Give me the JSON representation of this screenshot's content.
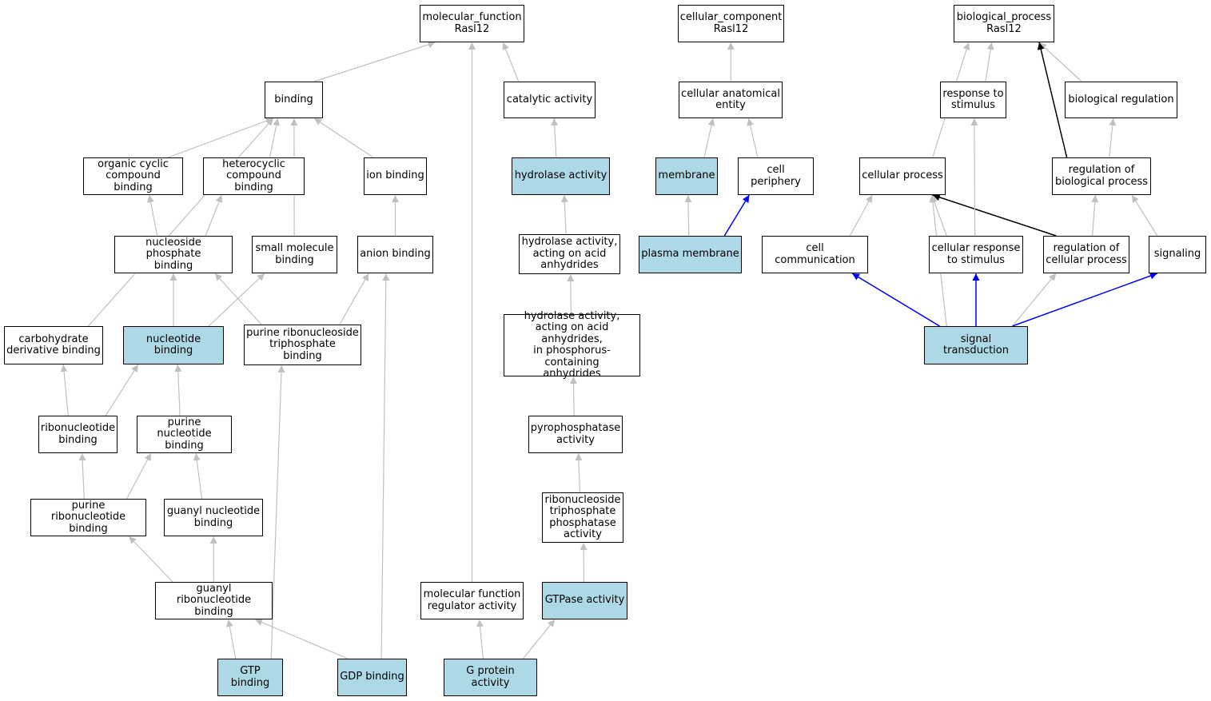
{
  "colors": {
    "highlight": "#add8e6",
    "edge_default": "#c0c0c0",
    "edge_blue": "#0000ff",
    "edge_black": "#000000"
  },
  "nodes": {
    "mf_root": {
      "label": "molecular_function\nRasl12",
      "highlight": false
    },
    "cc_root": {
      "label": "cellular_component\nRasl12",
      "highlight": false
    },
    "bp_root": {
      "label": "biological_process\nRasl12",
      "highlight": false
    },
    "binding": {
      "label": "binding",
      "highlight": false
    },
    "catalytic": {
      "label": "catalytic activity",
      "highlight": false
    },
    "cae": {
      "label": "cellular anatomical\nentity",
      "highlight": false
    },
    "resp_stim": {
      "label": "response to\nstimulus",
      "highlight": false
    },
    "bio_reg": {
      "label": "biological regulation",
      "highlight": false
    },
    "org_cyclic": {
      "label": "organic cyclic\ncompound binding",
      "highlight": false
    },
    "hetero": {
      "label": "heterocyclic\ncompound binding",
      "highlight": false
    },
    "ion_binding": {
      "label": "ion binding",
      "highlight": false
    },
    "hydrolase": {
      "label": "hydrolase activity",
      "highlight": true
    },
    "membrane": {
      "label": "membrane",
      "highlight": true
    },
    "cell_periph": {
      "label": "cell periphery",
      "highlight": false
    },
    "cell_proc": {
      "label": "cellular process",
      "highlight": false
    },
    "reg_bio": {
      "label": "regulation of\nbiological process",
      "highlight": false
    },
    "nuc_phos": {
      "label": "nucleoside phosphate\nbinding",
      "highlight": false
    },
    "small_mol": {
      "label": "small molecule\nbinding",
      "highlight": false
    },
    "anion": {
      "label": "anion binding",
      "highlight": false
    },
    "hyd_anh": {
      "label": "hydrolase activity,\nacting on acid\nanhydrides",
      "highlight": false
    },
    "plasma": {
      "label": "plasma membrane",
      "highlight": true
    },
    "cell_comm": {
      "label": "cell communication",
      "highlight": false
    },
    "cell_resp": {
      "label": "cellular response\nto stimulus",
      "highlight": false
    },
    "reg_cell": {
      "label": "regulation of\ncellular process",
      "highlight": false
    },
    "signaling": {
      "label": "signaling",
      "highlight": false
    },
    "carb": {
      "label": "carbohydrate\nderivative binding",
      "highlight": false
    },
    "nucleotide": {
      "label": "nucleotide binding",
      "highlight": true
    },
    "pur_rntp": {
      "label": "purine ribonucleoside\ntriphosphate\nbinding",
      "highlight": false
    },
    "hyd_phos": {
      "label": "hydrolase activity,\nacting on acid\nanhydrides,\nin phosphorus-containing\nanhydrides",
      "highlight": false
    },
    "sig_trans": {
      "label": "signal transduction",
      "highlight": true
    },
    "ribonuc": {
      "label": "ribonucleotide\nbinding",
      "highlight": false
    },
    "pur_nuc": {
      "label": "purine nucleotide\nbinding",
      "highlight": false
    },
    "pyrophos": {
      "label": "pyrophosphatase\nactivity",
      "highlight": false
    },
    "pur_ribonuc": {
      "label": "purine ribonucleotide\nbinding",
      "highlight": false
    },
    "guanyl_nuc": {
      "label": "guanyl nucleotide\nbinding",
      "highlight": false
    },
    "rntp_phos": {
      "label": "ribonucleoside\ntriphosphate\nphosphatase\nactivity",
      "highlight": false
    },
    "guanyl_rib": {
      "label": "guanyl ribonucleotide\nbinding",
      "highlight": false
    },
    "mf_reg": {
      "label": "molecular function\nregulator activity",
      "highlight": false
    },
    "gtpase": {
      "label": "GTPase activity",
      "highlight": true
    },
    "gtp": {
      "label": "GTP binding",
      "highlight": true
    },
    "gdp": {
      "label": "GDP binding",
      "highlight": true
    },
    "gprot": {
      "label": "G protein activity",
      "highlight": true
    }
  },
  "edges": [
    {
      "from": "binding",
      "to": "mf_root",
      "color": "gray"
    },
    {
      "from": "catalytic",
      "to": "mf_root",
      "color": "gray"
    },
    {
      "from": "mf_reg",
      "to": "mf_root",
      "color": "gray"
    },
    {
      "from": "cae",
      "to": "cc_root",
      "color": "gray"
    },
    {
      "from": "cell_proc",
      "to": "bp_root",
      "color": "gray"
    },
    {
      "from": "resp_stim",
      "to": "bp_root",
      "color": "gray"
    },
    {
      "from": "bio_reg",
      "to": "bp_root",
      "color": "gray"
    },
    {
      "from": "reg_bio",
      "to": "bp_root",
      "color": "black"
    },
    {
      "from": "org_cyclic",
      "to": "binding",
      "color": "gray"
    },
    {
      "from": "hetero",
      "to": "binding",
      "color": "gray"
    },
    {
      "from": "ion_binding",
      "to": "binding",
      "color": "gray"
    },
    {
      "from": "small_mol",
      "to": "binding",
      "color": "gray"
    },
    {
      "from": "carb",
      "to": "binding",
      "color": "gray"
    },
    {
      "from": "hydrolase",
      "to": "catalytic",
      "color": "gray"
    },
    {
      "from": "membrane",
      "to": "cae",
      "color": "gray"
    },
    {
      "from": "cell_periph",
      "to": "cae",
      "color": "gray"
    },
    {
      "from": "reg_bio",
      "to": "bio_reg",
      "color": "gray"
    },
    {
      "from": "nuc_phos",
      "to": "org_cyclic",
      "color": "gray"
    },
    {
      "from": "nuc_phos",
      "to": "hetero",
      "color": "gray"
    },
    {
      "from": "anion",
      "to": "ion_binding",
      "color": "gray"
    },
    {
      "from": "hyd_anh",
      "to": "hydrolase",
      "color": "gray"
    },
    {
      "from": "plasma",
      "to": "membrane",
      "color": "gray"
    },
    {
      "from": "plasma",
      "to": "cell_periph",
      "color": "blue"
    },
    {
      "from": "cell_comm",
      "to": "cell_proc",
      "color": "gray"
    },
    {
      "from": "cell_resp",
      "to": "cell_proc",
      "color": "gray"
    },
    {
      "from": "reg_cell",
      "to": "cell_proc",
      "color": "black"
    },
    {
      "from": "sig_trans",
      "to": "cell_proc",
      "color": "gray"
    },
    {
      "from": "cell_resp",
      "to": "resp_stim",
      "color": "gray"
    },
    {
      "from": "reg_cell",
      "to": "reg_bio",
      "color": "gray"
    },
    {
      "from": "signaling",
      "to": "reg_bio",
      "color": "gray"
    },
    {
      "from": "nucleotide",
      "to": "nuc_phos",
      "color": "gray"
    },
    {
      "from": "nucleotide",
      "to": "small_mol",
      "color": "gray"
    },
    {
      "from": "pur_rntp",
      "to": "nuc_phos",
      "color": "gray"
    },
    {
      "from": "pur_rntp",
      "to": "anion",
      "color": "gray"
    },
    {
      "from": "gdp",
      "to": "anion",
      "color": "gray"
    },
    {
      "from": "hyd_phos",
      "to": "hyd_anh",
      "color": "gray"
    },
    {
      "from": "sig_trans",
      "to": "cell_comm",
      "color": "blue"
    },
    {
      "from": "sig_trans",
      "to": "cell_resp",
      "color": "blue"
    },
    {
      "from": "sig_trans",
      "to": "reg_cell",
      "color": "gray"
    },
    {
      "from": "sig_trans",
      "to": "signaling",
      "color": "blue"
    },
    {
      "from": "ribonuc",
      "to": "carb",
      "color": "gray"
    },
    {
      "from": "ribonuc",
      "to": "nucleotide",
      "color": "gray"
    },
    {
      "from": "pur_nuc",
      "to": "nucleotide",
      "color": "gray"
    },
    {
      "from": "gtp",
      "to": "pur_rntp",
      "color": "gray"
    },
    {
      "from": "pyrophos",
      "to": "hyd_phos",
      "color": "gray"
    },
    {
      "from": "pur_ribonuc",
      "to": "ribonuc",
      "color": "gray"
    },
    {
      "from": "pur_ribonuc",
      "to": "pur_nuc",
      "color": "gray"
    },
    {
      "from": "guanyl_nuc",
      "to": "pur_nuc",
      "color": "gray"
    },
    {
      "from": "rntp_phos",
      "to": "pyrophos",
      "color": "gray"
    },
    {
      "from": "guanyl_rib",
      "to": "pur_ribonuc",
      "color": "gray"
    },
    {
      "from": "guanyl_rib",
      "to": "guanyl_nuc",
      "color": "gray"
    },
    {
      "from": "gtpase",
      "to": "rntp_phos",
      "color": "gray"
    },
    {
      "from": "gtp",
      "to": "guanyl_rib",
      "color": "gray"
    },
    {
      "from": "gdp",
      "to": "guanyl_rib",
      "color": "gray"
    },
    {
      "from": "gprot",
      "to": "mf_reg",
      "color": "gray"
    },
    {
      "from": "gprot",
      "to": "gtpase",
      "color": "gray"
    }
  ]
}
